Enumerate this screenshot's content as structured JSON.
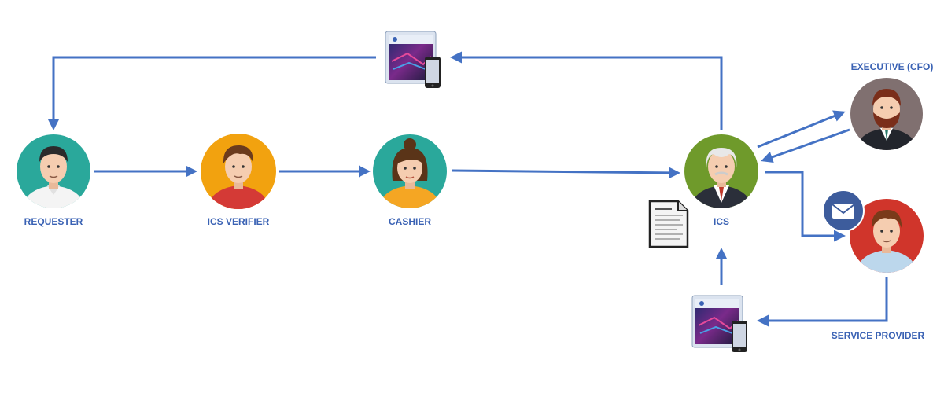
{
  "nodes": {
    "requester": {
      "label": "REQUESTER"
    },
    "ics_verifier": {
      "label": "ICS VERIFIER"
    },
    "cashier": {
      "label": "CASHIER"
    },
    "ics": {
      "label": "ICS"
    },
    "executive": {
      "label": "EXECUTIVE (CFO)"
    },
    "service_provider": {
      "label": "SERVICE PROVIDER"
    }
  },
  "colors": {
    "arrow": "#4472c4",
    "label": "#3a62b4",
    "teal": "#2aa89b",
    "orange": "#f2a20f",
    "olive": "#6f9a2b",
    "gray": "#807070",
    "red": "#d0352b",
    "mail_badge": "#3d5c9c"
  },
  "icons": {
    "system_top": "laptop-phone-icon",
    "system_bottom": "laptop-phone-icon",
    "document": "document-icon",
    "mail": "envelope-icon"
  }
}
